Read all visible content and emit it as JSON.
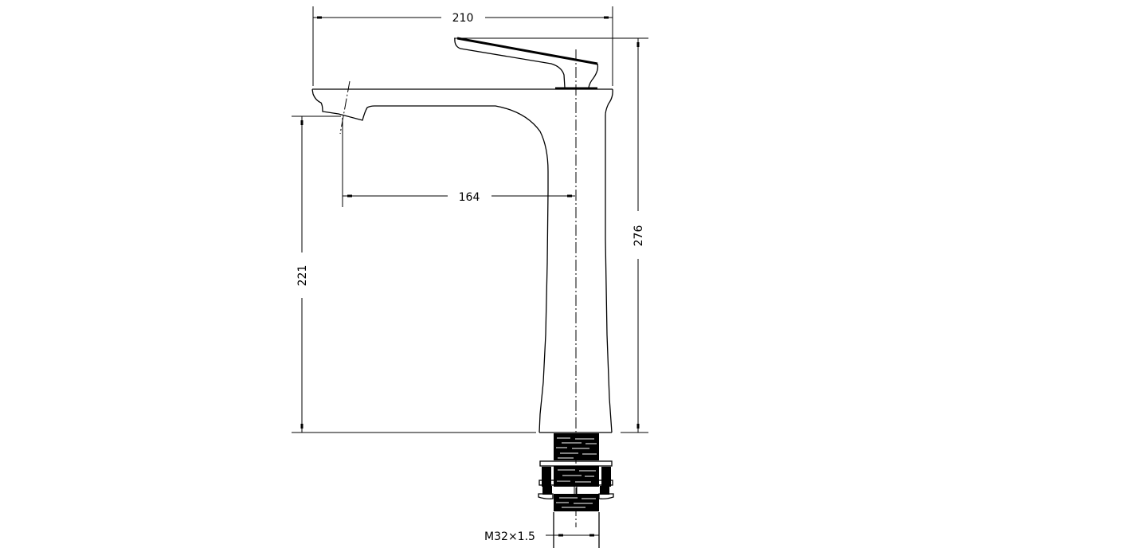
{
  "drawing": {
    "subject": "Tall basin mixer faucet side elevation",
    "line_color": "#000000",
    "background": "#ffffff"
  },
  "dimensions": {
    "overall_width": {
      "value": "210",
      "orientation": "horizontal"
    },
    "spout_reach": {
      "value": "164",
      "orientation": "horizontal"
    },
    "spout_height": {
      "value": "221",
      "orientation": "vertical"
    },
    "overall_height": {
      "value": "276",
      "orientation": "vertical"
    },
    "thread_size": {
      "value": "M32×1.5",
      "orientation": "horizontal"
    }
  }
}
